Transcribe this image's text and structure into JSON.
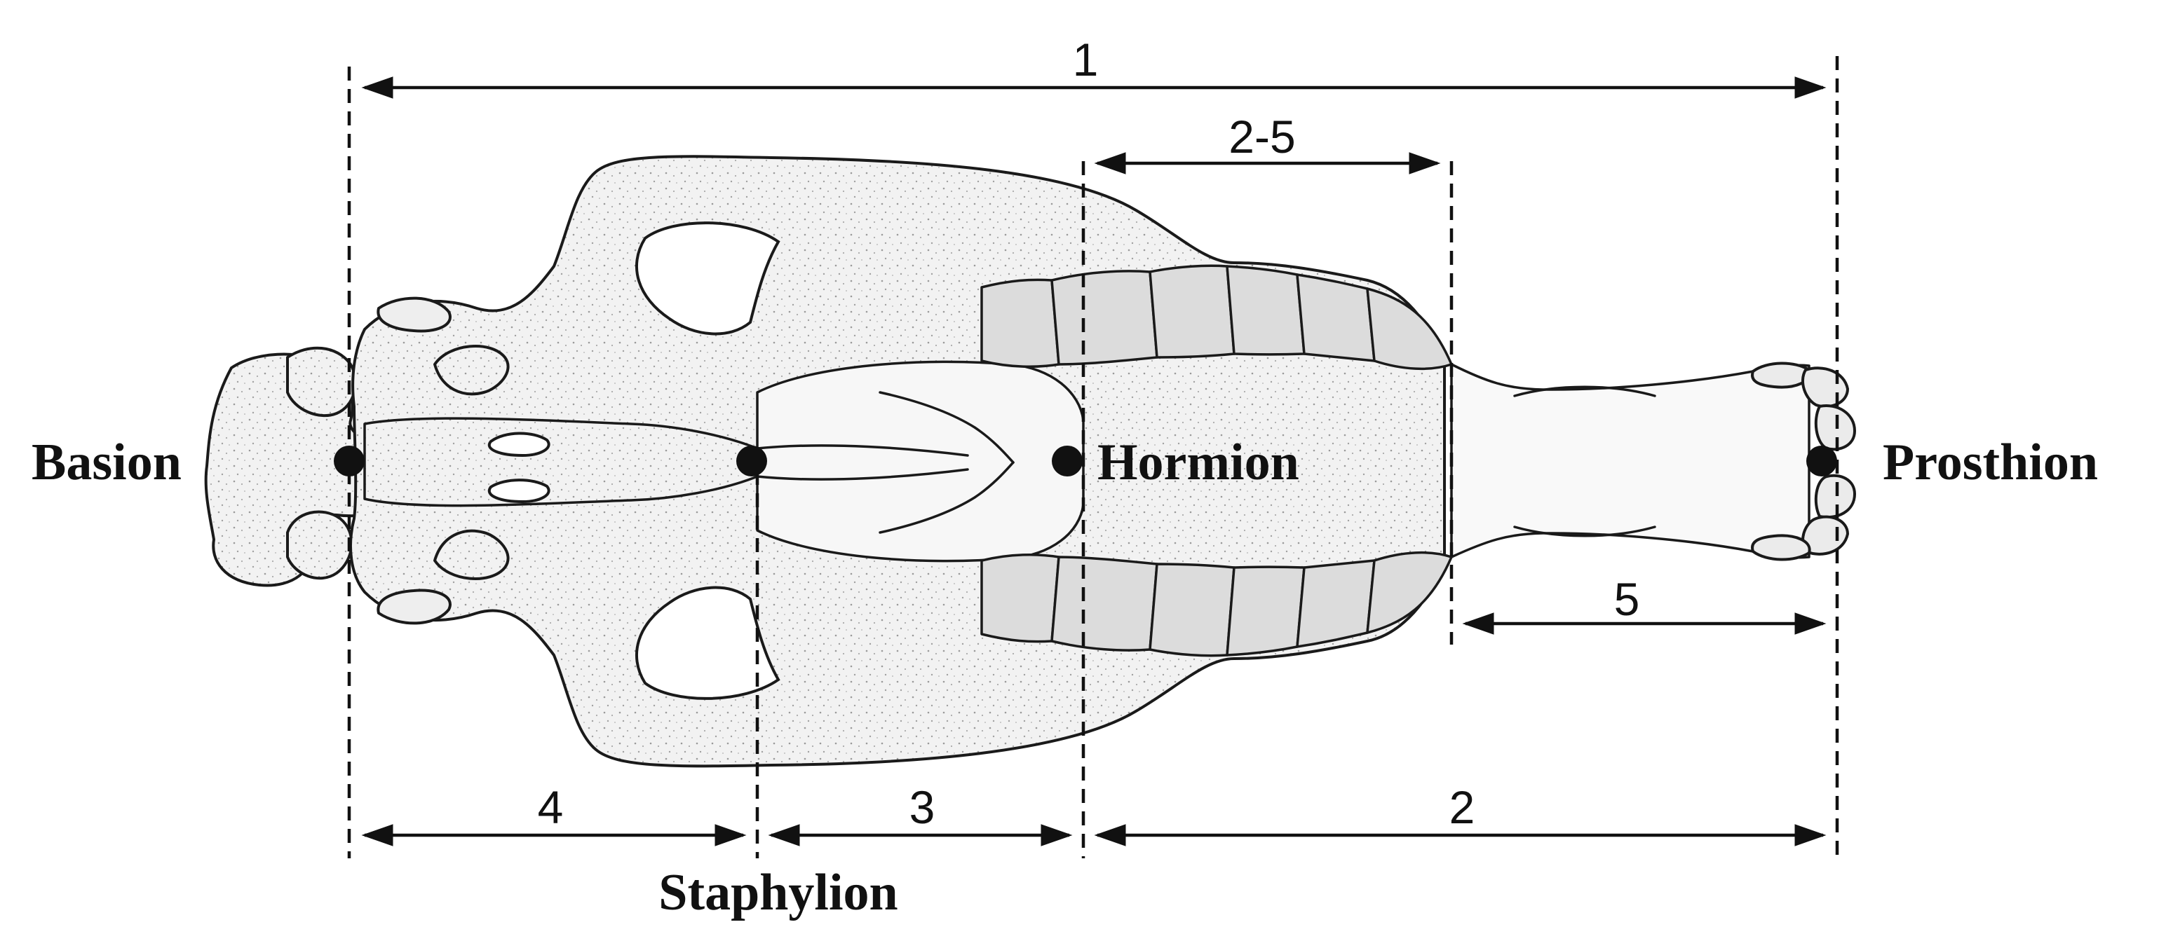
{
  "landmarks": {
    "basion": "Basion",
    "staphylion": "Staphylion",
    "hormion": "Hormion",
    "prosthion": "Prosthion"
  },
  "measurements": {
    "m1": "1",
    "m2_5": "2-5",
    "m5": "5",
    "m4": "4",
    "m3": "3",
    "m2": "2"
  }
}
